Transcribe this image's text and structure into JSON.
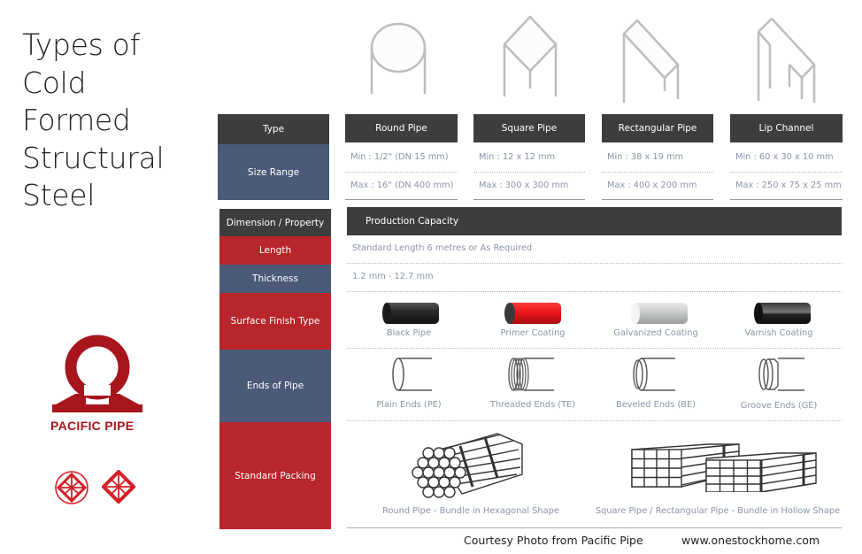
{
  "title": {
    "lines": [
      "Types of",
      "Cold",
      "Formed",
      "Structural",
      "Steel"
    ]
  },
  "brand": {
    "name": "PACIFIC PIPE",
    "color": "#a8151c"
  },
  "type_table": {
    "row_header": "Type",
    "size_header": "Size Range",
    "types": [
      {
        "name": "Round Pipe",
        "min": "Min : 1/2\" (DN 15 mm)",
        "max": "Max : 16\" (DN 400 mm)"
      },
      {
        "name": "Square Pipe",
        "min": "Min : 12 x 12 mm",
        "max": "Max : 300 x 300 mm"
      },
      {
        "name": "Rectangular Pipe",
        "min": "Min : 38 x 19 mm",
        "max": "Max : 400 x 200 mm"
      },
      {
        "name": "Lip Channel",
        "min": "Min : 60 x 30 x 10 mm",
        "max": "Max : 250 x 75 x 25 mm"
      }
    ]
  },
  "property_table": {
    "header_left": "Dimension / Property",
    "header_right": "Production Capacity",
    "length": {
      "label": "Length",
      "value": "Standard Length 6 metres or As Required"
    },
    "thickness": {
      "label": "Thickness",
      "value": "1.2 mm - 12.7 mm"
    },
    "surface": {
      "label": "Surface Finish Type",
      "items": [
        {
          "name": "Black Pipe",
          "color": "#2b2b2b"
        },
        {
          "name": "Primer Coating",
          "color": "#e8141a"
        },
        {
          "name": "Galvanized Coating",
          "color": "#cfd2cf"
        },
        {
          "name": "Varnish Coating",
          "color": "#1e1e1e"
        }
      ]
    },
    "ends": {
      "label": "Ends of Pipe",
      "items": [
        "Plain Ends (PE)",
        "Threaded Ends (TE)",
        "Beveled Ends (BE)",
        "Groove Ends (GE)"
      ]
    },
    "packing": {
      "label": "Standard Packing",
      "items": [
        "Round Pipe - Bundle in Hexagonal Shape",
        "Square Pipe / Rectangular Pipe - Bundle in Hollow Shape"
      ]
    }
  },
  "colors": {
    "dark": "#3d3d3d",
    "blue": "#4a5a78",
    "red": "#b8252a"
  },
  "footer": {
    "credit": "Courtesy Photo from Pacific Pipe",
    "website": "www.onestockhome.com"
  }
}
